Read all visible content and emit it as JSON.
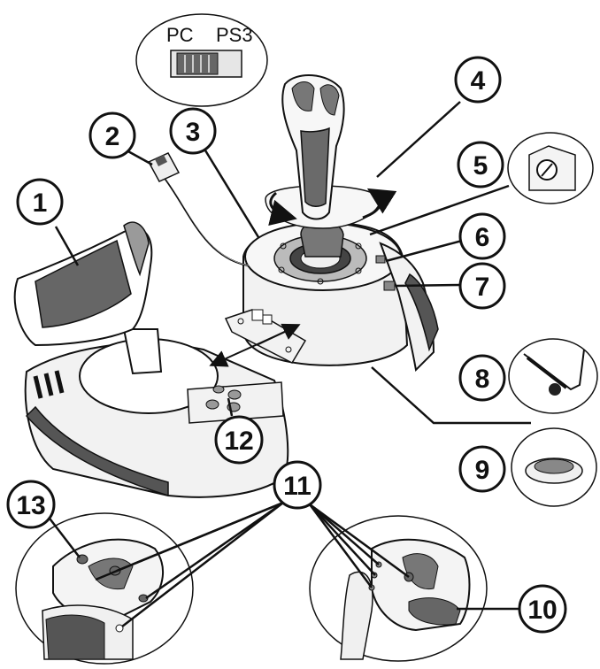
{
  "switch": {
    "left_label": "PC",
    "right_label": "PS3"
  },
  "callouts": [
    "1",
    "2",
    "3",
    "4",
    "5",
    "6",
    "7",
    "8",
    "9",
    "10",
    "11",
    "12",
    "13"
  ],
  "colors": {
    "ink": "#111111",
    "dark_fill": "#555555",
    "mid_fill": "#9a9a9a",
    "light_fill": "#f2f2f2"
  }
}
